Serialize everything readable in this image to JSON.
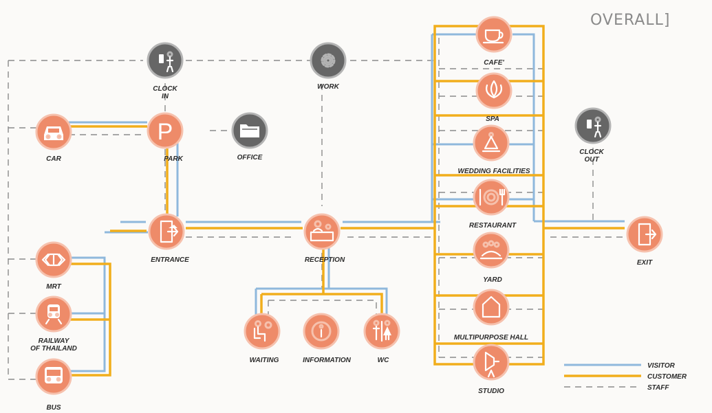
{
  "title": "OVERALL]",
  "nodes": {
    "clock_in": "CLOCK\nIN",
    "work": "WORK",
    "car": "CAR",
    "park": "PARK",
    "office": "OFFICE",
    "entrance": "ENTRANCE",
    "reception": "RECEPTION",
    "mrt": "MRT",
    "railway": "RAILWAY\nOF THAILAND",
    "bus": "BUS",
    "waiting": "WAITING",
    "information": "INFORMATION",
    "wc": "WC",
    "cafe": "CAFE'",
    "spa": "SPA",
    "wedding": "WEDDING FACILITIES",
    "restaurant": "RESTAURANT",
    "yard": "YARD",
    "multipurpose": "MULTIPURPOSE HALL",
    "studio": "STUDIO",
    "clock_out": "CLOCK\nOUT",
    "exit": "EXIT"
  },
  "legend": {
    "visitor": "VISITOR",
    "customer": "CUSTOMER",
    "staff": "STAFF"
  },
  "colors": {
    "visitor": "#8fb8dc",
    "customer": "#f1ae1c",
    "staff": "#8a8a8a",
    "node": "#ee8b69",
    "staff_node": "#666666"
  }
}
